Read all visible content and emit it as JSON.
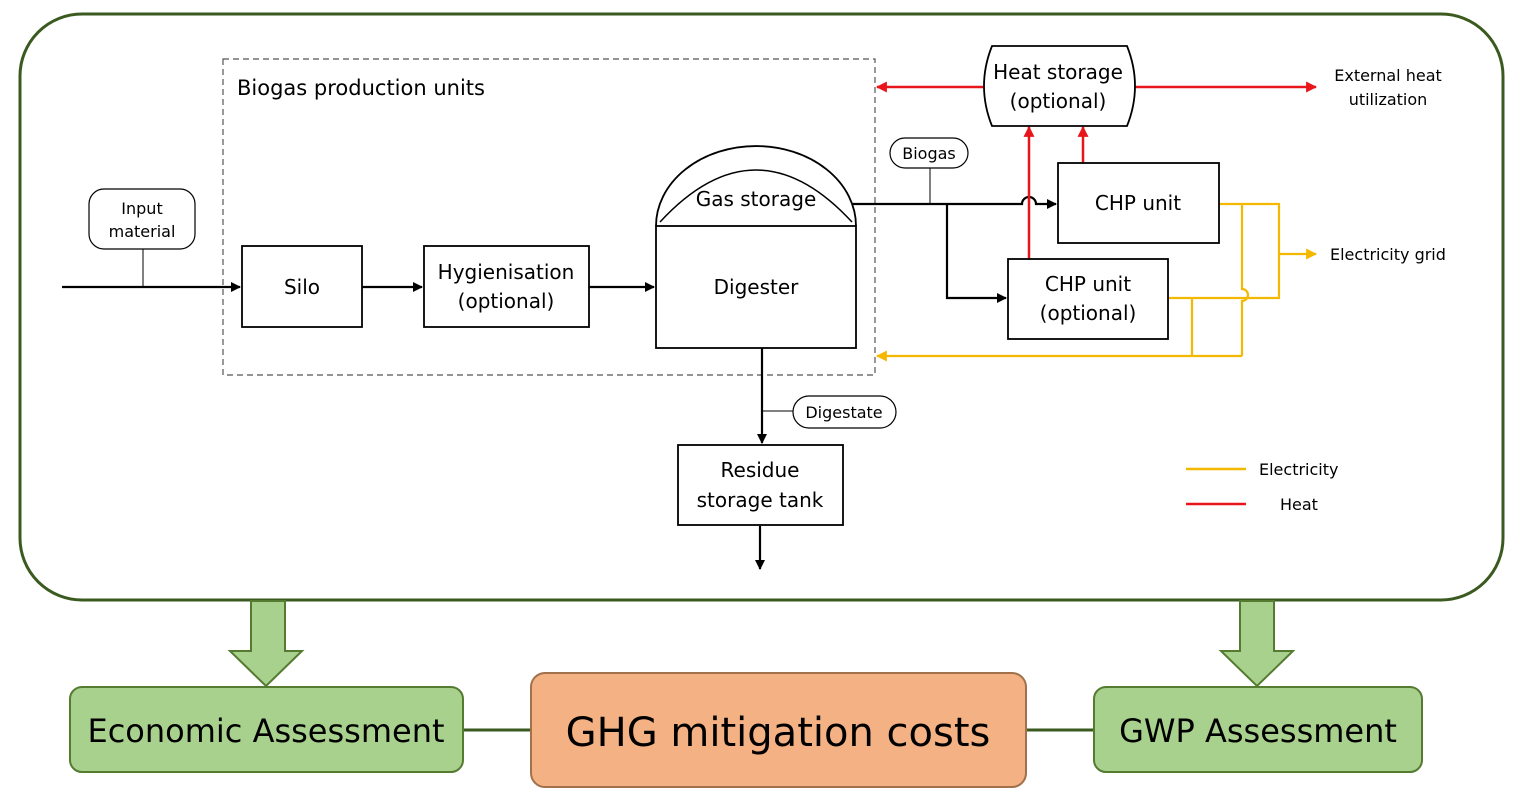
{
  "system_box": {
    "title": "Biogas production units"
  },
  "nodes": {
    "input_material": [
      "Input",
      "material"
    ],
    "silo": "Silo",
    "hygienisation": [
      "Hygienisation",
      "(optional)"
    ],
    "gas_storage": "Gas storage",
    "digester": "Digester",
    "digestate": "Digestate",
    "residue_storage_tank": [
      "Residue",
      "storage tank"
    ],
    "biogas": "Biogas",
    "chp_unit": "CHP unit",
    "chp_unit_optional": [
      "CHP unit",
      "(optional)"
    ],
    "heat_storage": [
      "Heat storage",
      "(optional)"
    ],
    "external_heat": [
      "External heat",
      "utilization"
    ],
    "electricity_grid": "Electricity grid"
  },
  "legend": {
    "electricity": "Electricity",
    "heat": "Heat"
  },
  "assessments": {
    "economic": "Economic Assessment",
    "ghg": "GHG mitigation costs",
    "gwp": "GWP Assessment"
  },
  "colors": {
    "frame": "#3a5a1f",
    "electricity": "#f5b800",
    "heat": "#e8151b",
    "green_box": "#a9d18e",
    "green_border": "#557b31",
    "orange_box": "#f4b183",
    "orange_border": "#a0714a",
    "connector": "#3a5a1f"
  }
}
